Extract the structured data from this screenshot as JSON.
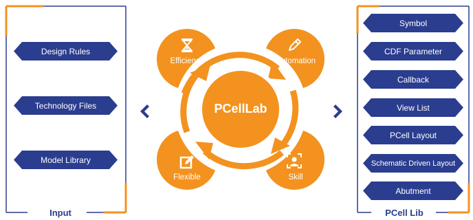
{
  "input_panel": {
    "title": "Input",
    "items": [
      {
        "label": "Design Rules"
      },
      {
        "label": "Technology Files"
      },
      {
        "label": "Model Library"
      }
    ]
  },
  "output_panel": {
    "title": "PCell Lib",
    "items": [
      {
        "label": "Symbol"
      },
      {
        "label": "CDF Parameter"
      },
      {
        "label": "Callback"
      },
      {
        "label": "View List"
      },
      {
        "label": "PCell Layout"
      },
      {
        "label": "Schematic Driven Layout"
      },
      {
        "label": "Abutment"
      }
    ]
  },
  "hub": {
    "center": "PCellLab",
    "capabilities": [
      {
        "label": "Efficiency",
        "icon": "hourglass-icon"
      },
      {
        "label": "Automation",
        "icon": "pencil-icon"
      },
      {
        "label": "Flexible",
        "icon": "edit-box-icon"
      },
      {
        "label": "Skill",
        "icon": "user-scan-icon"
      }
    ]
  },
  "colors": {
    "navy": "#2b3d8f",
    "orange": "#f3921f",
    "orange_light": "#f6a43a"
  }
}
